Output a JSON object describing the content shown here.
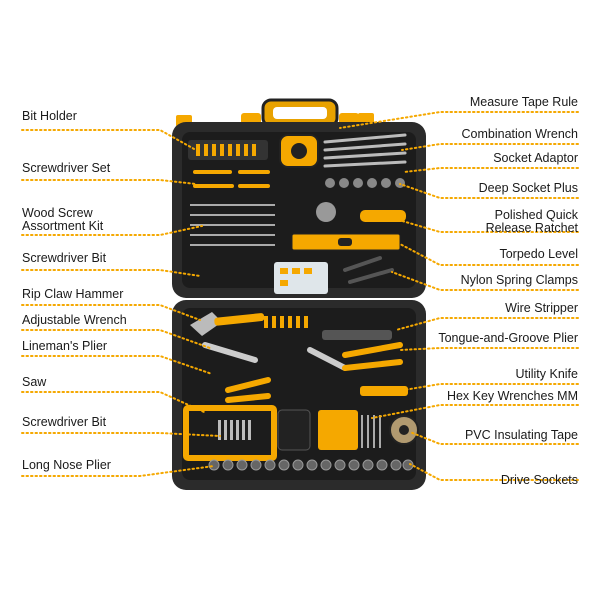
{
  "accent": "#F5A800",
  "case_color": "#2b2b2b",
  "labels_left": [
    {
      "text": "Bit Holder"
    },
    {
      "text": "Screwdriver Set"
    },
    {
      "text": "Wood Screw\nAssortment Kit"
    },
    {
      "text": "Screwdriver Bit"
    },
    {
      "text": "Rip Claw Hammer"
    },
    {
      "text": "Adjustable Wrench"
    },
    {
      "text": "Lineman's Plier"
    },
    {
      "text": "Saw"
    },
    {
      "text": "Screwdriver Bit"
    },
    {
      "text": "Long Nose Plier"
    }
  ],
  "labels_right": [
    {
      "text": "Measure Tape Rule"
    },
    {
      "text": "Combination Wrench"
    },
    {
      "text": "Socket Adaptor"
    },
    {
      "text": "Deep Socket Plus"
    },
    {
      "text": "Polished Quick\nRelease Ratchet"
    },
    {
      "text": "Torpedo Level"
    },
    {
      "text": "Nylon Spring Clamps"
    },
    {
      "text": "Wire Stripper"
    },
    {
      "text": "Tongue-and-Groove Plier"
    },
    {
      "text": "Utility Knife"
    },
    {
      "text": "Hex Key Wrenches MM"
    },
    {
      "text": "PVC Insulating Tape"
    },
    {
      "text": "Drive Sockets"
    }
  ]
}
